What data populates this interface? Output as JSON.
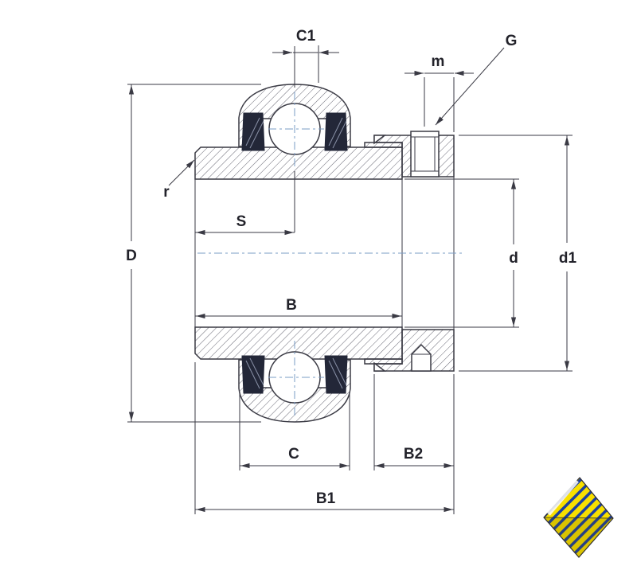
{
  "dims": {
    "c1": "C1",
    "m": "m",
    "g": "G",
    "r": "r",
    "s": "S",
    "d_outer": "D",
    "b_width": "B",
    "d_bore": "d",
    "d1_collar": "d1",
    "c_outer_ring": "C",
    "b2_collar": "B2",
    "b1_total": "B1"
  },
  "colors": {
    "line": "#3a3a44",
    "centerline": "#7a9cc6",
    "seal": "#232738",
    "hatch": "#555563",
    "logo_yellow": "#f7df00",
    "logo_blue": "#1b3fa0",
    "background": "#ffffff"
  },
  "logo": {
    "name": "snr-diamond-logo"
  }
}
